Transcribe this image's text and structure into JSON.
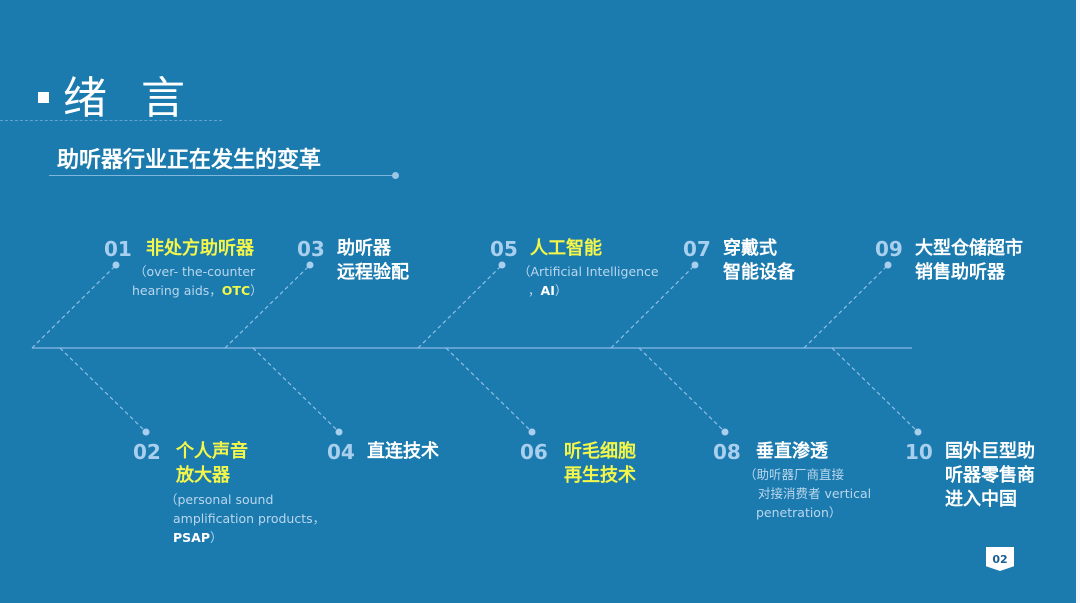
{
  "slide": {
    "title": "绪 言",
    "subtitle": "助听器行业正在发生的变革",
    "page_number": "02",
    "colors": {
      "background": "#1b7aae",
      "highlight": "#f4f74a",
      "number": "#a8cfee",
      "note": "#b9d7ee"
    }
  },
  "items": [
    {
      "num": "01",
      "head": "非处方助听器",
      "note1": "（over- the-counter",
      "note2": "hearing aids，",
      "note_bold": "OTC",
      "note_end": "）"
    },
    {
      "num": "02",
      "head1": "个人声音",
      "head2": "放大器",
      "note1": "（personal sound",
      "note2": "amplification products，",
      "note_bold": "PSAP",
      "note_end": "）"
    },
    {
      "num": "03",
      "head1": "助听器",
      "head2": "远程验配"
    },
    {
      "num": "04",
      "head": "直连技术"
    },
    {
      "num": "05",
      "head": "人工智能",
      "note1": "（Artificial Intelligence",
      "note2": "，",
      "note_bold": "AI",
      "note_end": "）"
    },
    {
      "num": "06",
      "head1": "听毛细胞",
      "head2": "再生技术"
    },
    {
      "num": "07",
      "head1": "穿戴式",
      "head2": "智能设备"
    },
    {
      "num": "08",
      "head": "垂直渗透",
      "note1": "（助听器厂商直接",
      "note2": "对接消费者 vertical",
      "note3": "penetration）"
    },
    {
      "num": "09",
      "head1": "大型仓储超市",
      "head2": "销售助听器"
    },
    {
      "num": "10",
      "head1": "国外巨型助",
      "head2": "听器零售商",
      "head3": "进入中国"
    }
  ]
}
